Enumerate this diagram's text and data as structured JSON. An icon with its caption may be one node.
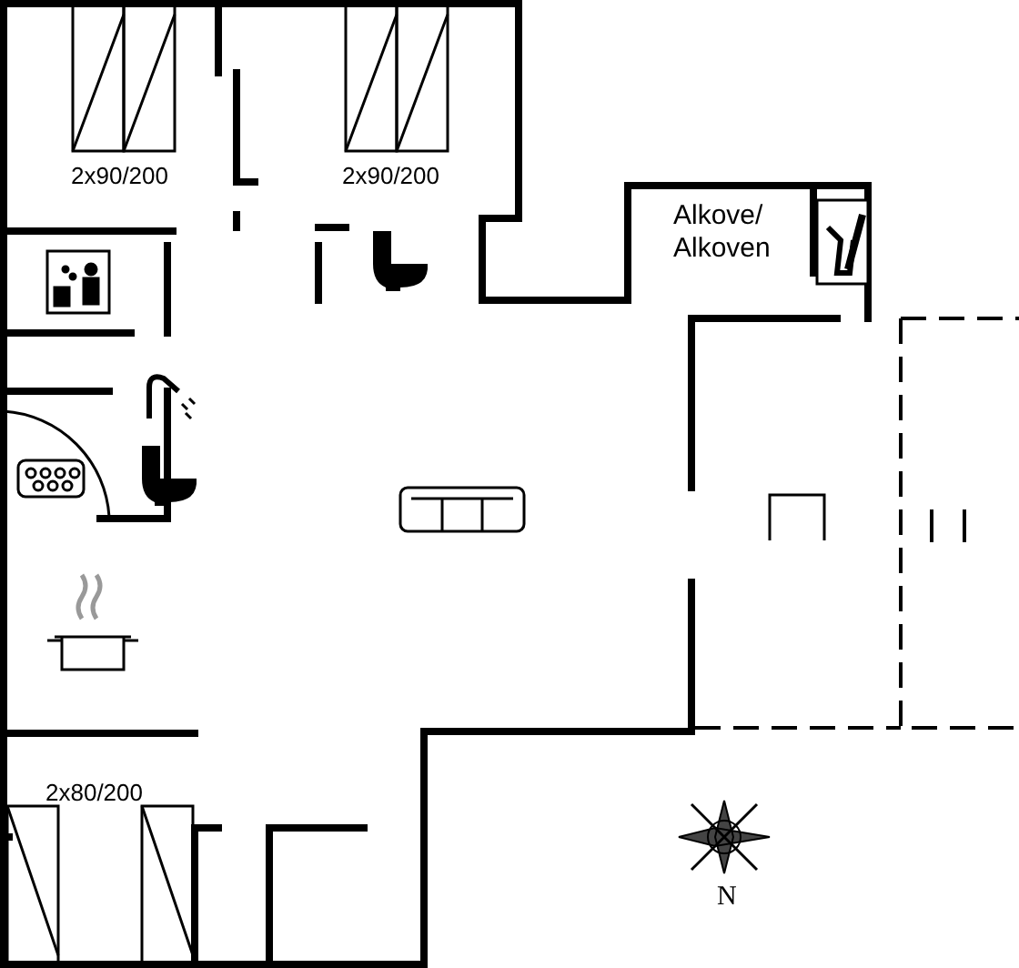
{
  "diagram": {
    "labels": [
      "2x90/200",
      "2x90/200",
      "Alkove/ Alkoven",
      "2x80/200",
      "N"
    ]
  }
}
